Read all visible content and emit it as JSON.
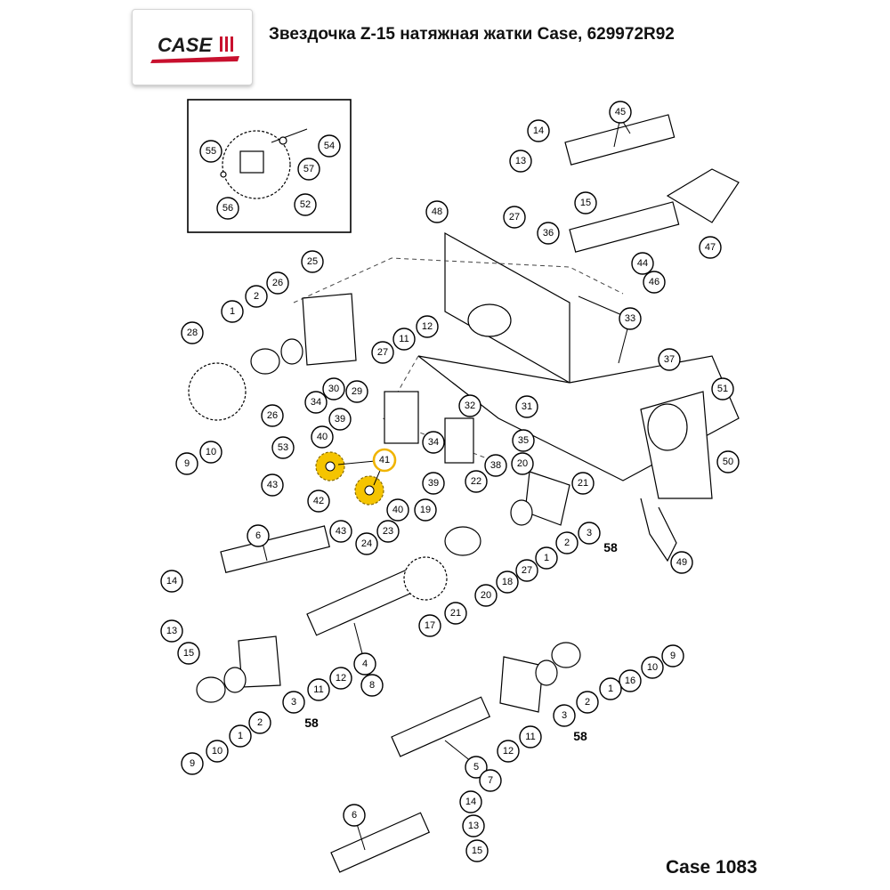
{
  "brand": {
    "logo_text": "CASE",
    "accent": "#c8102e"
  },
  "title": "Звездочка Z-15 натяжная жатки Case, 629972R92",
  "model": "Case 1083",
  "highlight": {
    "color": "#f5c400",
    "label": "41"
  },
  "callouts": {
    "c55": "55",
    "c54": "54",
    "c57": "57",
    "c56": "56",
    "c52": "52",
    "c14a": "14",
    "c45": "45",
    "c13a": "13",
    "c15a": "15",
    "c47": "47",
    "c48": "48",
    "c27a": "27",
    "c36": "36",
    "c44": "44",
    "c46": "46",
    "c25": "25",
    "c26a": "26",
    "c1a": "1",
    "c2a": "2",
    "c12a": "12",
    "c11a": "11",
    "c27b": "27",
    "c33": "33",
    "c28": "28",
    "c26b": "26",
    "c30": "30",
    "c29": "29",
    "c34a": "34",
    "c39a": "39",
    "c37": "37",
    "c51": "51",
    "c9a": "9",
    "c10a": "10",
    "c53": "53",
    "c40a": "40",
    "c32": "32",
    "c31": "31",
    "c41": "41",
    "c34b": "34",
    "c35": "35",
    "c20a": "20",
    "c50": "50",
    "c43a": "43",
    "c38": "38",
    "c21a": "21",
    "c39b": "39",
    "c42": "42",
    "c40b": "40",
    "c19": "19",
    "c22": "22",
    "c43b": "43",
    "c3a": "3",
    "c58a": "58",
    "c6a": "6",
    "c24": "24",
    "c23": "23",
    "c2b": "2",
    "c27c": "27",
    "c1b": "1",
    "c49": "49",
    "c14b": "14",
    "c18": "18",
    "c20b": "20",
    "c21b": "21",
    "c13b": "13",
    "c17": "17",
    "c15b": "15",
    "c4": "4",
    "c12b": "12",
    "c11b": "11",
    "c8": "8",
    "c9b": "9",
    "c10b": "10",
    "c16": "16",
    "c3b": "3",
    "c58b": "58",
    "c1c": "1",
    "c2c": "2",
    "c10c": "10",
    "c9c": "9",
    "c3c": "3",
    "c2d": "2",
    "c1d": "1",
    "c58c": "58",
    "c11c": "11",
    "c12c": "12",
    "c5": "5",
    "c7": "7",
    "c14c": "14",
    "c13c": "13",
    "c15c": "15",
    "c6b": "6"
  }
}
